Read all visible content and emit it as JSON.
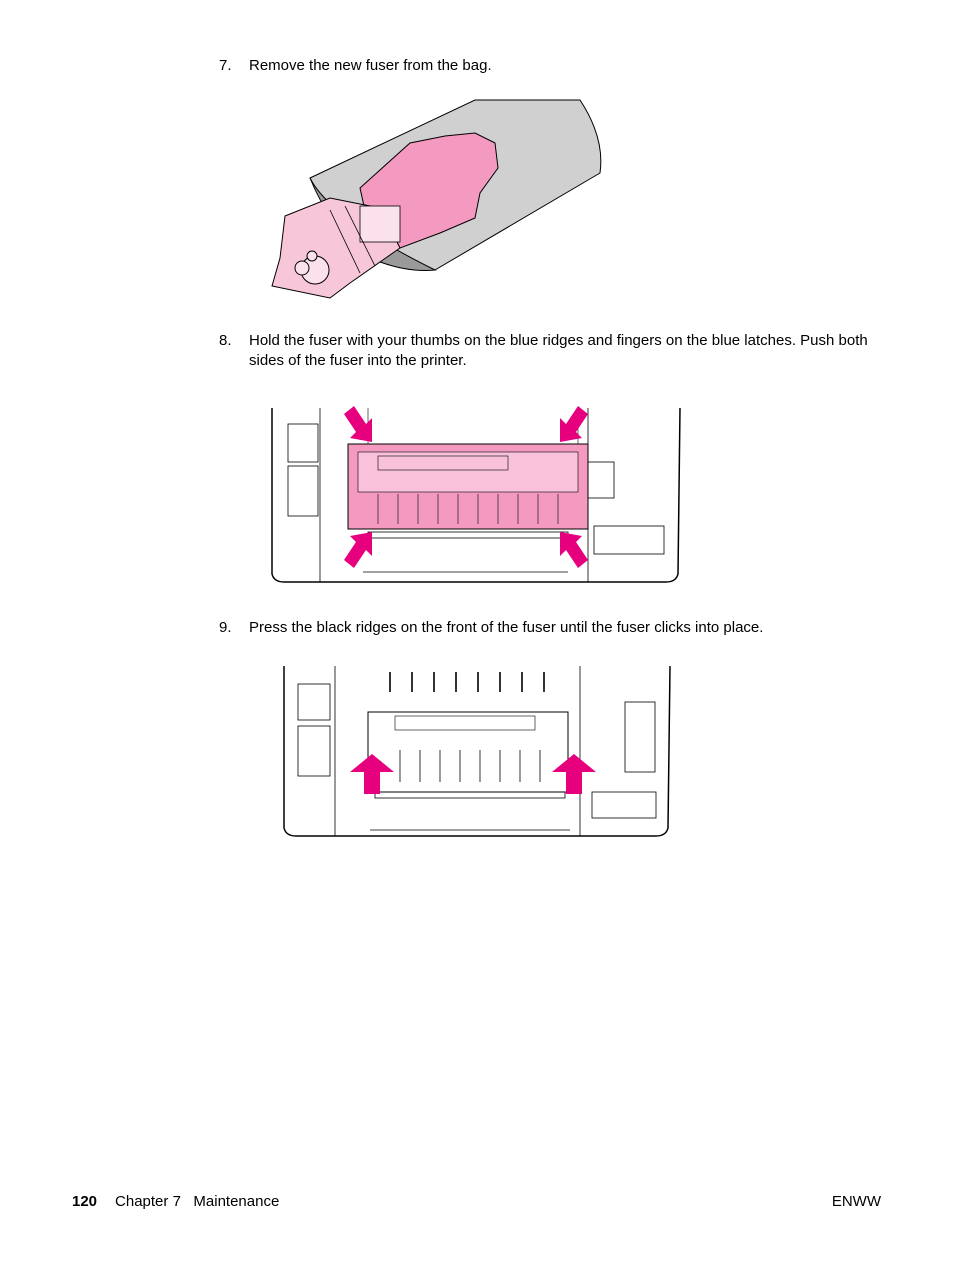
{
  "steps": [
    {
      "number": "7.",
      "text": "Remove the new fuser from the bag."
    },
    {
      "number": "8.",
      "text": "Hold the fuser with your thumbs on the blue ridges and fingers on the blue latches. Push both sides of the fuser into the printer."
    },
    {
      "number": "9.",
      "text": "Press the black ridges on the front of the fuser until the fuser clicks into place."
    }
  ],
  "footer": {
    "page_number": "120",
    "chapter": "Chapter 7   Maintenance",
    "right": "ENWW"
  },
  "colors": {
    "highlight": "#f49ac1",
    "arrow": "#e6007e",
    "bag": "#d0d0d0"
  }
}
